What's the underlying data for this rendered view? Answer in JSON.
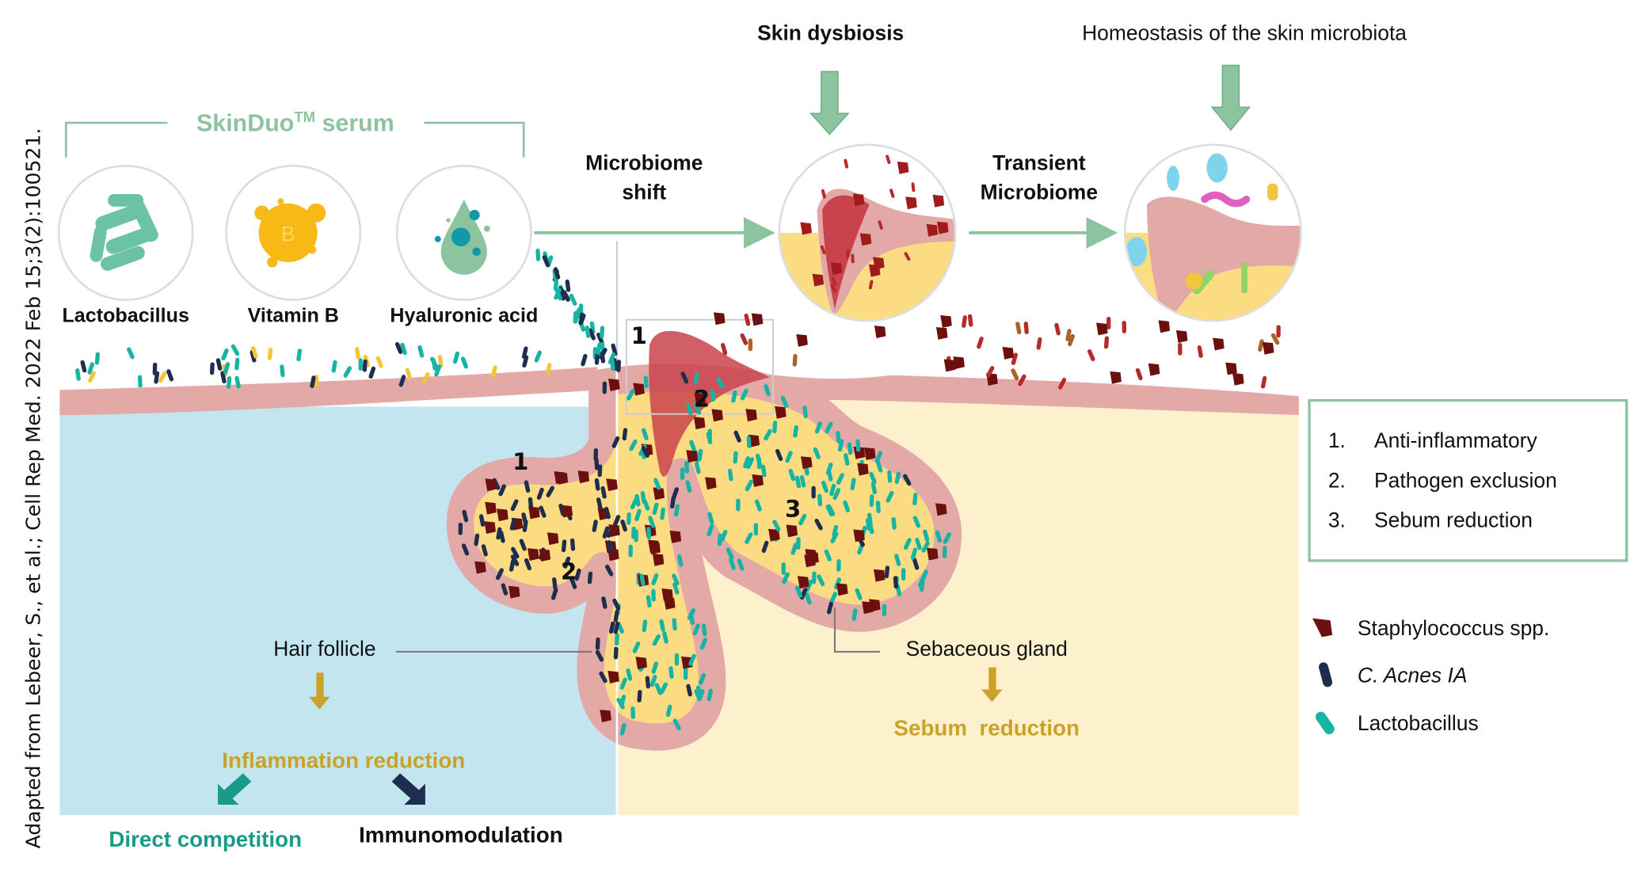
{
  "citation": "Adapted from Lebeer, S., et al.; Cell Rep Med. 2022 Feb 15;3(2):100521.",
  "serum": {
    "title": "SkinDuo",
    "trademark": "TM",
    "title_suffix": " serum",
    "ingredients": [
      {
        "label": "Lactobacillus",
        "icon": "rod-bacteria-icon"
      },
      {
        "label": "Vitamin B",
        "icon": "vitamin-b-icon",
        "icon_letter": "B"
      },
      {
        "label": "Hyaluronic acid",
        "icon": "droplet-molecule-icon"
      }
    ]
  },
  "flow": {
    "microbiome_shift": [
      "Microbiome",
      "shift"
    ],
    "skin_dysbiosis": "Skin dysbiosis",
    "transient_microbiome": [
      "Transient",
      "Microbiome"
    ],
    "homeostasis": "Homeostasis of the skin microbiota"
  },
  "markers": [
    "1",
    "2",
    "1",
    "2",
    "3"
  ],
  "anatomy": {
    "hair_follicle": "Hair follicle",
    "sebaceous_gland": "Sebaceous gland"
  },
  "effects": {
    "sebum_reduction": "Sebum  reduction",
    "inflammation_reduction": "Inflammation reduction",
    "direct_competition": "Direct competition",
    "immunomodulation": "Immunomodulation"
  },
  "mechanisms": [
    {
      "num": "1.",
      "label": "Anti-inflammatory"
    },
    {
      "num": "2.",
      "label": "Pathogen exclusion"
    },
    {
      "num": "3.",
      "label": "Sebum reduction"
    }
  ],
  "legend": [
    {
      "label": "Staphylococcus spp.",
      "color": "#6b0f0f",
      "italic": false
    },
    {
      "label": "C. Acnes IA",
      "color": "#1f2d4f",
      "italic": true
    },
    {
      "label": "Lactobacillus",
      "color": "#17b3a3",
      "italic": false
    }
  ],
  "colors": {
    "green_accent": "#8cc49f",
    "gold": "#c9a227",
    "teal": "#1a9b8a",
    "skin_pink": "#e3a9a7",
    "dermis_blue": "#c3e5ef",
    "dermis_cream": "#fdf0cc",
    "sebum_yellow": "#fbdc83"
  }
}
